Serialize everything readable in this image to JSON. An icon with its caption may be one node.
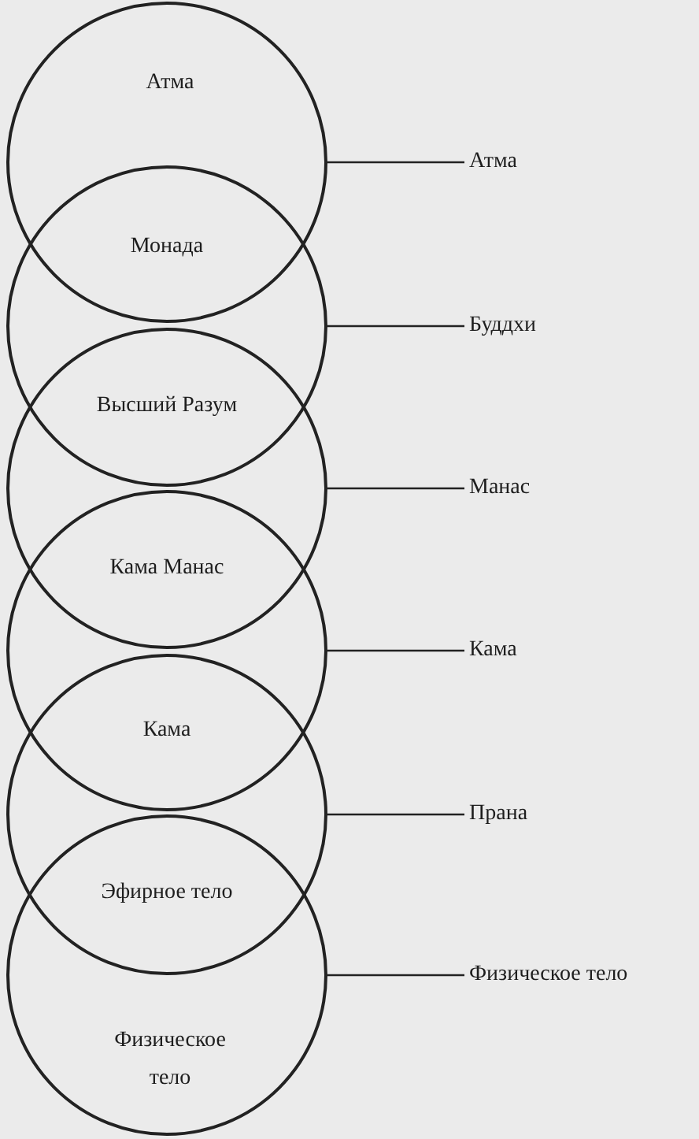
{
  "diagram": {
    "nodes": [
      {
        "text": [
          "Атма"
        ]
      },
      {
        "text": [],
        "shape": "circle"
      },
      {
        "text": [],
        "shape": "circle"
      },
      {
        "text": [],
        "shape": "circle"
      },
      {
        "text": [],
        "shape": "circle"
      },
      {
        "text": [
          "Физическое тело"
        ]
      },
      {
        "text": [
          "Атма"
        ]
      },
      {
        "text": [
          "Буддхи"
        ]
      },
      {
        "text": [
          "Манас"
        ]
      },
      {
        "text": [
          "Кама"
        ]
      },
      {
        "text": [
          "Прана"
        ]
      },
      {
        "text": [
          "Физическое тело"
        ]
      }
    ],
    "edges": [
      {
        "from": 0,
        "to": 6,
        "arrow": "none"
      },
      {
        "from": 1,
        "to": 7,
        "arrow": "none"
      },
      {
        "from": 2,
        "to": 8,
        "arrow": "none"
      },
      {
        "from": 3,
        "to": 9,
        "arrow": "none"
      },
      {
        "from": 4,
        "to": 10,
        "arrow": "none"
      },
      {
        "from": 5,
        "to": 11,
        "arrow": "none"
      }
    ],
    "labels": [
      "Монада",
      "Высший Разум",
      "Кама Манас",
      "Кама",
      "Эфирное тело"
    ]
  }
}
